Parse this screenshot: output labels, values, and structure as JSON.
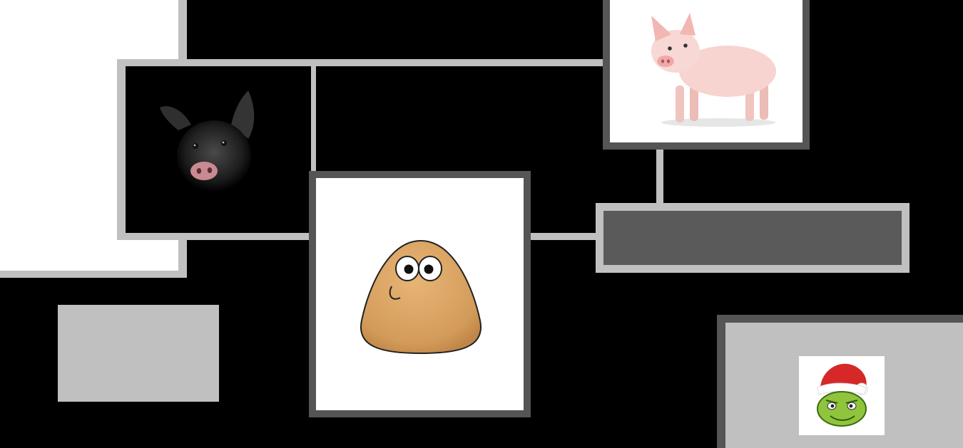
{
  "scene": {
    "images": [
      {
        "id": "black-pig",
        "icon": "black-pig-head-icon"
      },
      {
        "id": "pink-pig",
        "icon": "pink-piglet-icon"
      },
      {
        "id": "pou",
        "icon": "pou-character-icon"
      },
      {
        "id": "grinch",
        "icon": "grinch-santa-hat-icon"
      }
    ]
  },
  "colors": {
    "background": "#000000",
    "frame_light": "#c0c0c0",
    "frame_dark": "#555555",
    "bar_fill": "#5a5a5a",
    "pou_skin": "#d9a263"
  }
}
